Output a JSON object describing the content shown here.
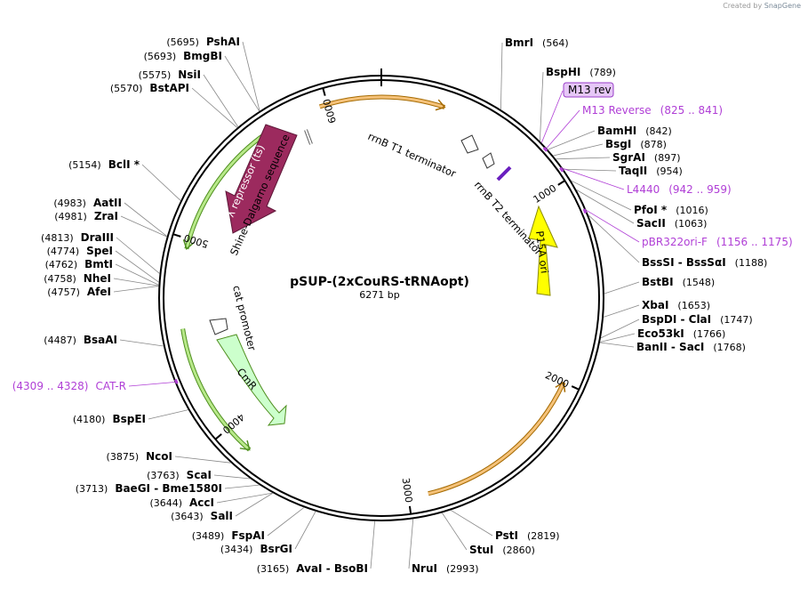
{
  "credit": {
    "prefix": "Created by",
    "brand": "SnapGene"
  },
  "plasmid": {
    "name": "pSUP-(2xCouRS-tRNAopt)",
    "size_label": "6271 bp",
    "length": 6271
  },
  "ticks": [
    {
      "pos": 1000,
      "label": "1000"
    },
    {
      "pos": 2000,
      "label": "2000"
    },
    {
      "pos": 3000,
      "label": "3000"
    },
    {
      "pos": 4000,
      "label": "4000"
    },
    {
      "pos": 5000,
      "label": "5000"
    },
    {
      "pos": 6000,
      "label": "6000"
    }
  ],
  "features": [
    {
      "name": "ori",
      "label": "",
      "start": 5960,
      "end": 320,
      "color": "#f5c27a",
      "stroke": "#a56a00",
      "dir": 1
    },
    {
      "name": "λ repressor (ts)",
      "label": "λ repressor (ts)",
      "start": 4950,
      "end": 5700,
      "color": "#b8e98a",
      "stroke": "#4f8f1f",
      "dir": -1
    },
    {
      "name": "bla",
      "label": "",
      "start": 2000,
      "end": 2900,
      "color": "#f5c27a",
      "stroke": "#a56a00",
      "dir": -1
    },
    {
      "name": "CmR",
      "label": "CmR",
      "start": 3850,
      "end": 4550,
      "color": "#b8e98a",
      "stroke": "#4f8f1f",
      "dir": -1
    }
  ],
  "inner_labels": {
    "lambda": "λ repressor (ts)",
    "sd": "Shine-Dalgarno sequence",
    "t1": "rrnB T1 terminator",
    "t2": "rrnB T2 terminator",
    "p15a": "P15A ori",
    "catp": "cat promoter",
    "cmr": "CmR"
  },
  "sites": [
    {
      "name": "BmrI",
      "pos": "(564)",
      "side": "right"
    },
    {
      "name": "BspHI",
      "pos": "(789)",
      "side": "right"
    },
    {
      "name": "M13 rev",
      "pos": "",
      "side": "right",
      "boxed": true
    },
    {
      "name": "M13 Reverse",
      "pos": "(825 .. 841)",
      "side": "right",
      "primer": true
    },
    {
      "name": "BamHI",
      "pos": "(842)",
      "side": "right"
    },
    {
      "name": "BsgI",
      "pos": "(878)",
      "side": "right"
    },
    {
      "name": "SgrAI",
      "pos": "(897)",
      "side": "right"
    },
    {
      "name": "TaqII",
      "pos": "(954)",
      "side": "right"
    },
    {
      "name": "L4440",
      "pos": "(942 .. 959)",
      "side": "right",
      "primer": true
    },
    {
      "name": "PfoI *",
      "pos": "(1016)",
      "side": "right"
    },
    {
      "name": "SacII",
      "pos": "(1063)",
      "side": "right"
    },
    {
      "name": "pBR322ori-F",
      "pos": "(1156 .. 1175)",
      "side": "right",
      "primer": true
    },
    {
      "name": "BssSI - BssSαI",
      "pos": "(1188)",
      "side": "right"
    },
    {
      "name": "BstBI",
      "pos": "(1548)",
      "side": "right"
    },
    {
      "name": "XbaI",
      "pos": "(1653)",
      "side": "right"
    },
    {
      "name": "BspDI - ClaI",
      "pos": "(1747)",
      "side": "right"
    },
    {
      "name": "Eco53kI",
      "pos": "(1766)",
      "side": "right"
    },
    {
      "name": "BanII - SacI",
      "pos": "(1768)",
      "side": "right"
    },
    {
      "name": "PstI",
      "pos": "(2819)",
      "side": "right"
    },
    {
      "name": "StuI",
      "pos": "(2860)",
      "side": "right"
    },
    {
      "name": "NruI",
      "pos": "(2993)",
      "side": "right"
    },
    {
      "name": "AvaI - BsoBI",
      "pos": "(3165)",
      "side": "left"
    },
    {
      "name": "BsrGI",
      "pos": "(3434)",
      "side": "left"
    },
    {
      "name": "FspAI",
      "pos": "(3489)",
      "side": "left"
    },
    {
      "name": "SalI",
      "pos": "(3643)",
      "side": "left"
    },
    {
      "name": "AccI",
      "pos": "(3644)",
      "side": "left"
    },
    {
      "name": "BaeGI - Bme1580I",
      "pos": "(3713)",
      "side": "left"
    },
    {
      "name": "ScaI",
      "pos": "(3763)",
      "side": "left"
    },
    {
      "name": "NcoI",
      "pos": "(3875)",
      "side": "left"
    },
    {
      "name": "BspEI",
      "pos": "(4180)",
      "side": "left"
    },
    {
      "name": "CAT-R",
      "pos": "(4309 .. 4328)",
      "side": "left",
      "primer": true
    },
    {
      "name": "BsaAI",
      "pos": "(4487)",
      "side": "left"
    },
    {
      "name": "AfeI",
      "pos": "(4757)",
      "side": "left"
    },
    {
      "name": "NheI",
      "pos": "(4758)",
      "side": "left"
    },
    {
      "name": "BmtI",
      "pos": "(4762)",
      "side": "left"
    },
    {
      "name": "SpeI",
      "pos": "(4774)",
      "side": "left"
    },
    {
      "name": "DraIII",
      "pos": "(4813)",
      "side": "left"
    },
    {
      "name": "ZraI",
      "pos": "(4981)",
      "side": "left"
    },
    {
      "name": "AatII",
      "pos": "(4983)",
      "side": "left"
    },
    {
      "name": "BclI *",
      "pos": "(5154)",
      "side": "left"
    },
    {
      "name": "BstAPI",
      "pos": "(5570)",
      "side": "left"
    },
    {
      "name": "NsiI",
      "pos": "(5575)",
      "side": "left"
    },
    {
      "name": "BmgBI",
      "pos": "(5693)",
      "side": "left"
    },
    {
      "name": "PshAI",
      "pos": "(5695)",
      "side": "left"
    }
  ],
  "colors": {
    "primer": "#b03fd6",
    "backbone": "#000000",
    "p15a": "#ffff00",
    "lambda": "#9c2a5e",
    "cmr_fill": "#ccffcc"
  }
}
